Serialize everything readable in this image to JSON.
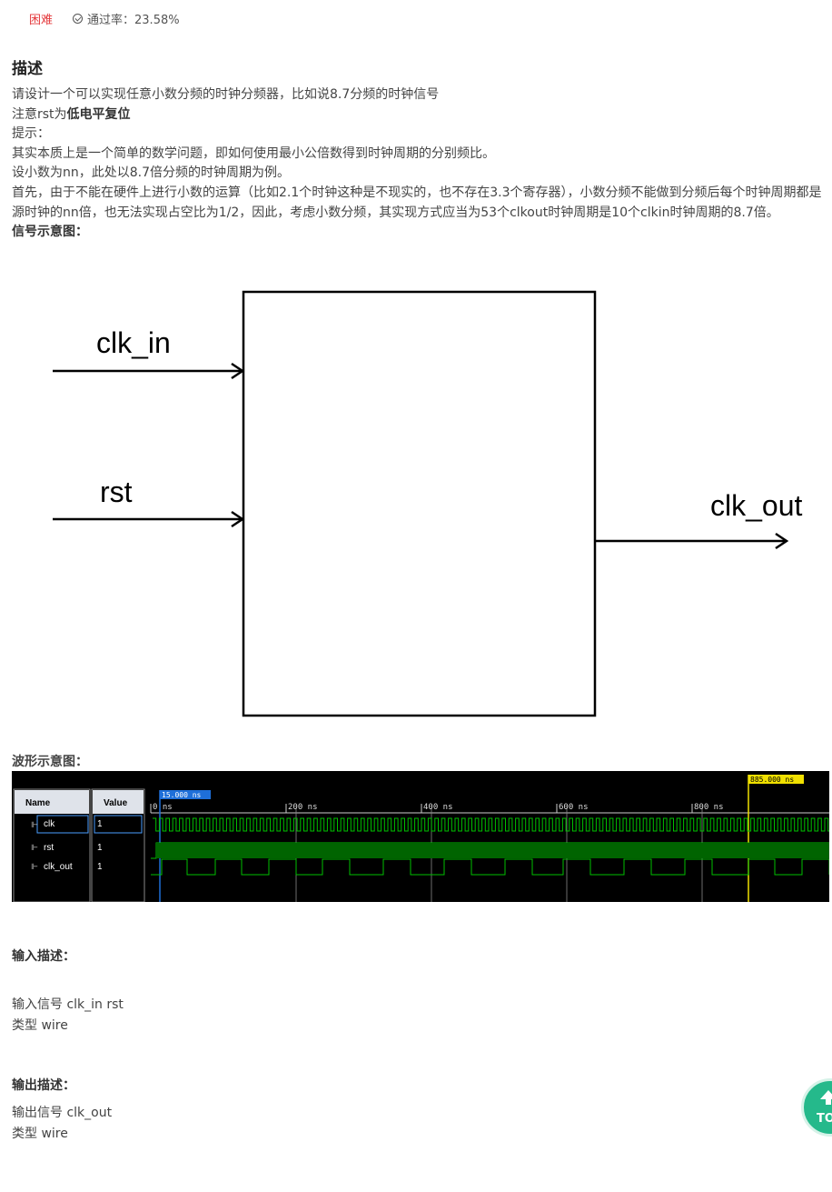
{
  "meta": {
    "difficulty": "困难",
    "pass_rate": "通过率：23.58%"
  },
  "description": {
    "heading": "描述",
    "line1": "请设计一个可以实现任意小数分频的时钟分频器，比如说8.7分频的时钟信号",
    "line2_prefix": "注意rst为",
    "line2_bold": "低电平复位",
    "line3": "提示：",
    "line4": "其实本质上是一个简单的数学问题，即如何使用最小公倍数得到时钟周期的分别频比。",
    "line5": "设小数为nn，此处以8.7倍分频的时钟周期为例。",
    "line6": "首先，由于不能在硬件上进行小数的运算（比如2.1个时钟这种是不现实的，也不存在3.3个寄存器），小数分频不能做到分频后每个时钟周期都是源时钟的nn倍，也无法实现占空比为1/2，因此，考虑小数分频，其实现方式应当为53个clkout时钟周期是10个clkin时钟周期的8.7倍。",
    "signal_heading": "信号示意图："
  },
  "block_diagram": {
    "in1": "clk_in",
    "in2": "rst",
    "out": "clk_out"
  },
  "waveform": {
    "heading": "波形示意图：",
    "col_name": "Name",
    "col_value": "Value",
    "signals": [
      {
        "name": "clk",
        "value": "1"
      },
      {
        "name": "rst",
        "value": "1"
      },
      {
        "name": "clk_out",
        "value": "1"
      }
    ],
    "cursor_left": "15.000 ns",
    "cursor_right": "885.000 ns",
    "ticks": [
      "0 ns",
      "200 ns",
      "400 ns",
      "600 ns",
      "800 ns"
    ]
  },
  "input_desc": {
    "heading": "输入描述：",
    "line1": "输入信号 clk_in rst",
    "line2": "类型 wire"
  },
  "output_desc": {
    "heading": "输出描述：",
    "line1": "输出信号  clk_out",
    "line2": "类型  wire"
  },
  "back_to_top": "TOP",
  "colors": {
    "difficulty": "#e4393c",
    "wave_green": "#00c000",
    "top_button": "#25b98b"
  }
}
